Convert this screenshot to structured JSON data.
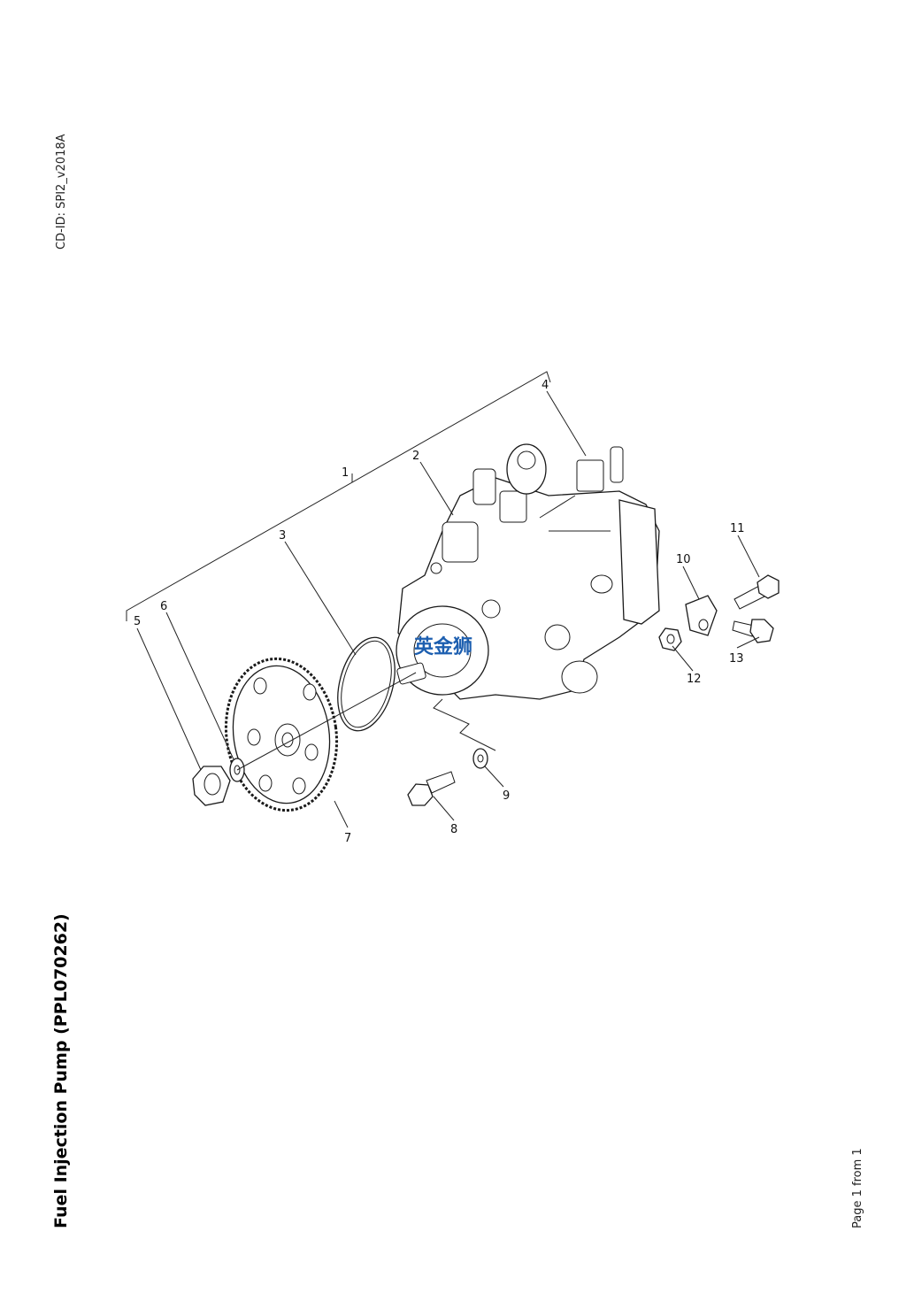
{
  "header": {
    "cd_id": "CD-ID: SPI2_v2018A"
  },
  "title": "Fuel Injection Pump (PPL070262)",
  "footer": {
    "page": "Page 1 from 1"
  },
  "watermark": "英金狮",
  "callouts": [
    "1",
    "2",
    "3",
    "4",
    "5",
    "6",
    "7",
    "8",
    "9",
    "10",
    "11",
    "12",
    "13"
  ]
}
